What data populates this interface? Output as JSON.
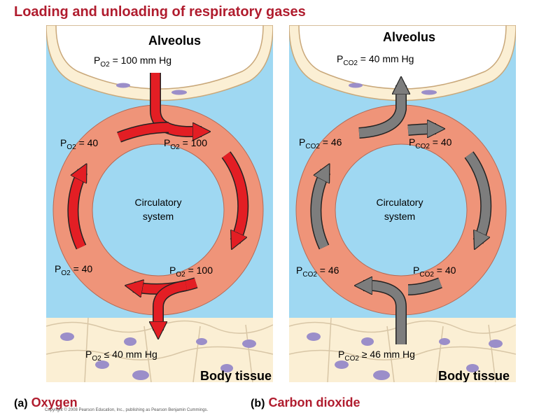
{
  "title": "Loading and unloading of respiratory gases",
  "panel_a": {
    "caption_letter": "(a)",
    "caption_word": "Oxygen",
    "alveolus": "Alveolus",
    "body_tissue": "Body tissue",
    "circulatory_line1": "Circulatory",
    "circulatory_line2": "system",
    "gas_symbol": "P",
    "gas_sub": "O2",
    "alveolar_value": "= 100 mm Hg",
    "tissue_value": "≤ 40 mm Hg",
    "top_left_value": "= 40",
    "top_right_value": "= 100",
    "bottom_left_value": "= 40",
    "bottom_right_value": "= 100",
    "arrow_color": "#e31e24"
  },
  "panel_b": {
    "caption_letter": "(b)",
    "caption_word": "Carbon dioxide",
    "alveolus": "Alveolus",
    "body_tissue": "Body tissue",
    "circulatory_line1": "Circulatory",
    "circulatory_line2": "system",
    "gas_symbol": "P",
    "gas_sub": "CO2",
    "alveolar_value": "= 40 mm Hg",
    "tissue_value": "≥ 46 mm Hg",
    "top_left_value": "= 46",
    "top_right_value": "= 40",
    "bottom_left_value": "= 46",
    "bottom_right_value": "= 40",
    "arrow_color": "#7d7d7d"
  },
  "copyright": "Copyright © 2008 Pearson Education, Inc., publishing as Pearson Benjamin Cummings.",
  "colors": {
    "title": "#b01c2e",
    "background": "#9fd8f2",
    "ring": "#ef9479",
    "cell_fill": "#fbefd4",
    "nucleus": "#9b8ec9"
  }
}
